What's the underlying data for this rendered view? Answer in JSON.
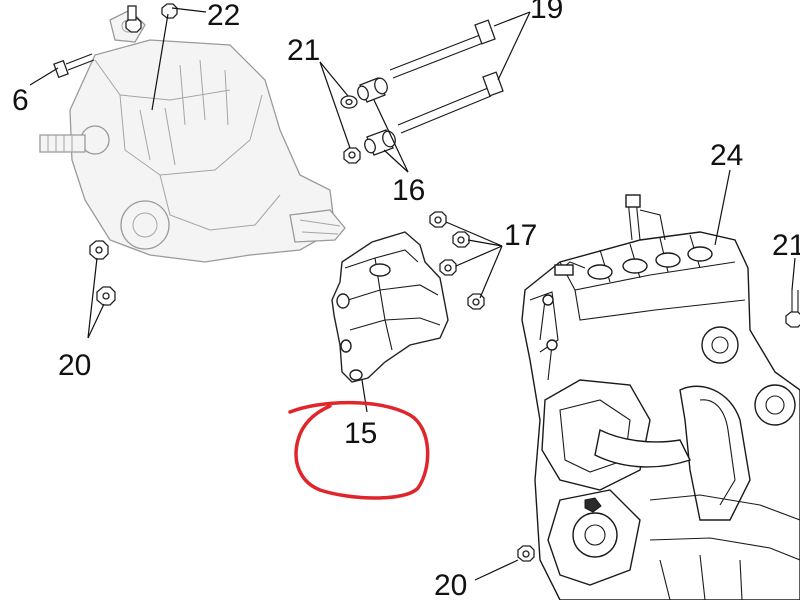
{
  "callouts": {
    "c22": "22",
    "c19": "19",
    "c21_top": "21",
    "c6": "6",
    "c16": "16",
    "c24": "24",
    "c17": "17",
    "c21_right": "21",
    "c20_left": "20",
    "c15": "15",
    "c20_bottom": "20"
  },
  "colors": {
    "ink": "#111111",
    "ghost_ink": "#9a9a9a",
    "marker_red": "#e0252b"
  }
}
